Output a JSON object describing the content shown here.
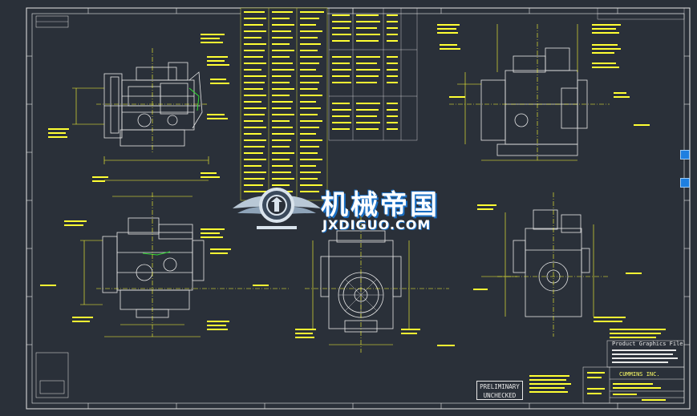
{
  "drawing": {
    "company": "CUMMINS INC.",
    "stamp_line1": "PRELIMINARY",
    "stamp_line2": "UNCHECKED",
    "note_title": "Product Graphics File"
  },
  "watermark": {
    "cn": "机械帝国",
    "en": "JXDIGUO.COM",
    "icon": "winged-gear-logo"
  },
  "side_controls": [
    {
      "name": "scroll-marker-1",
      "icon": "blue-square"
    },
    {
      "name": "scroll-marker-2",
      "icon": "blue-square"
    }
  ],
  "colors": {
    "background": "#2a3039",
    "linework": "#e8e8e8",
    "dimension": "#ffff33",
    "accent_green": "#33dd33",
    "watermark_blue": "#1a6fc4"
  }
}
